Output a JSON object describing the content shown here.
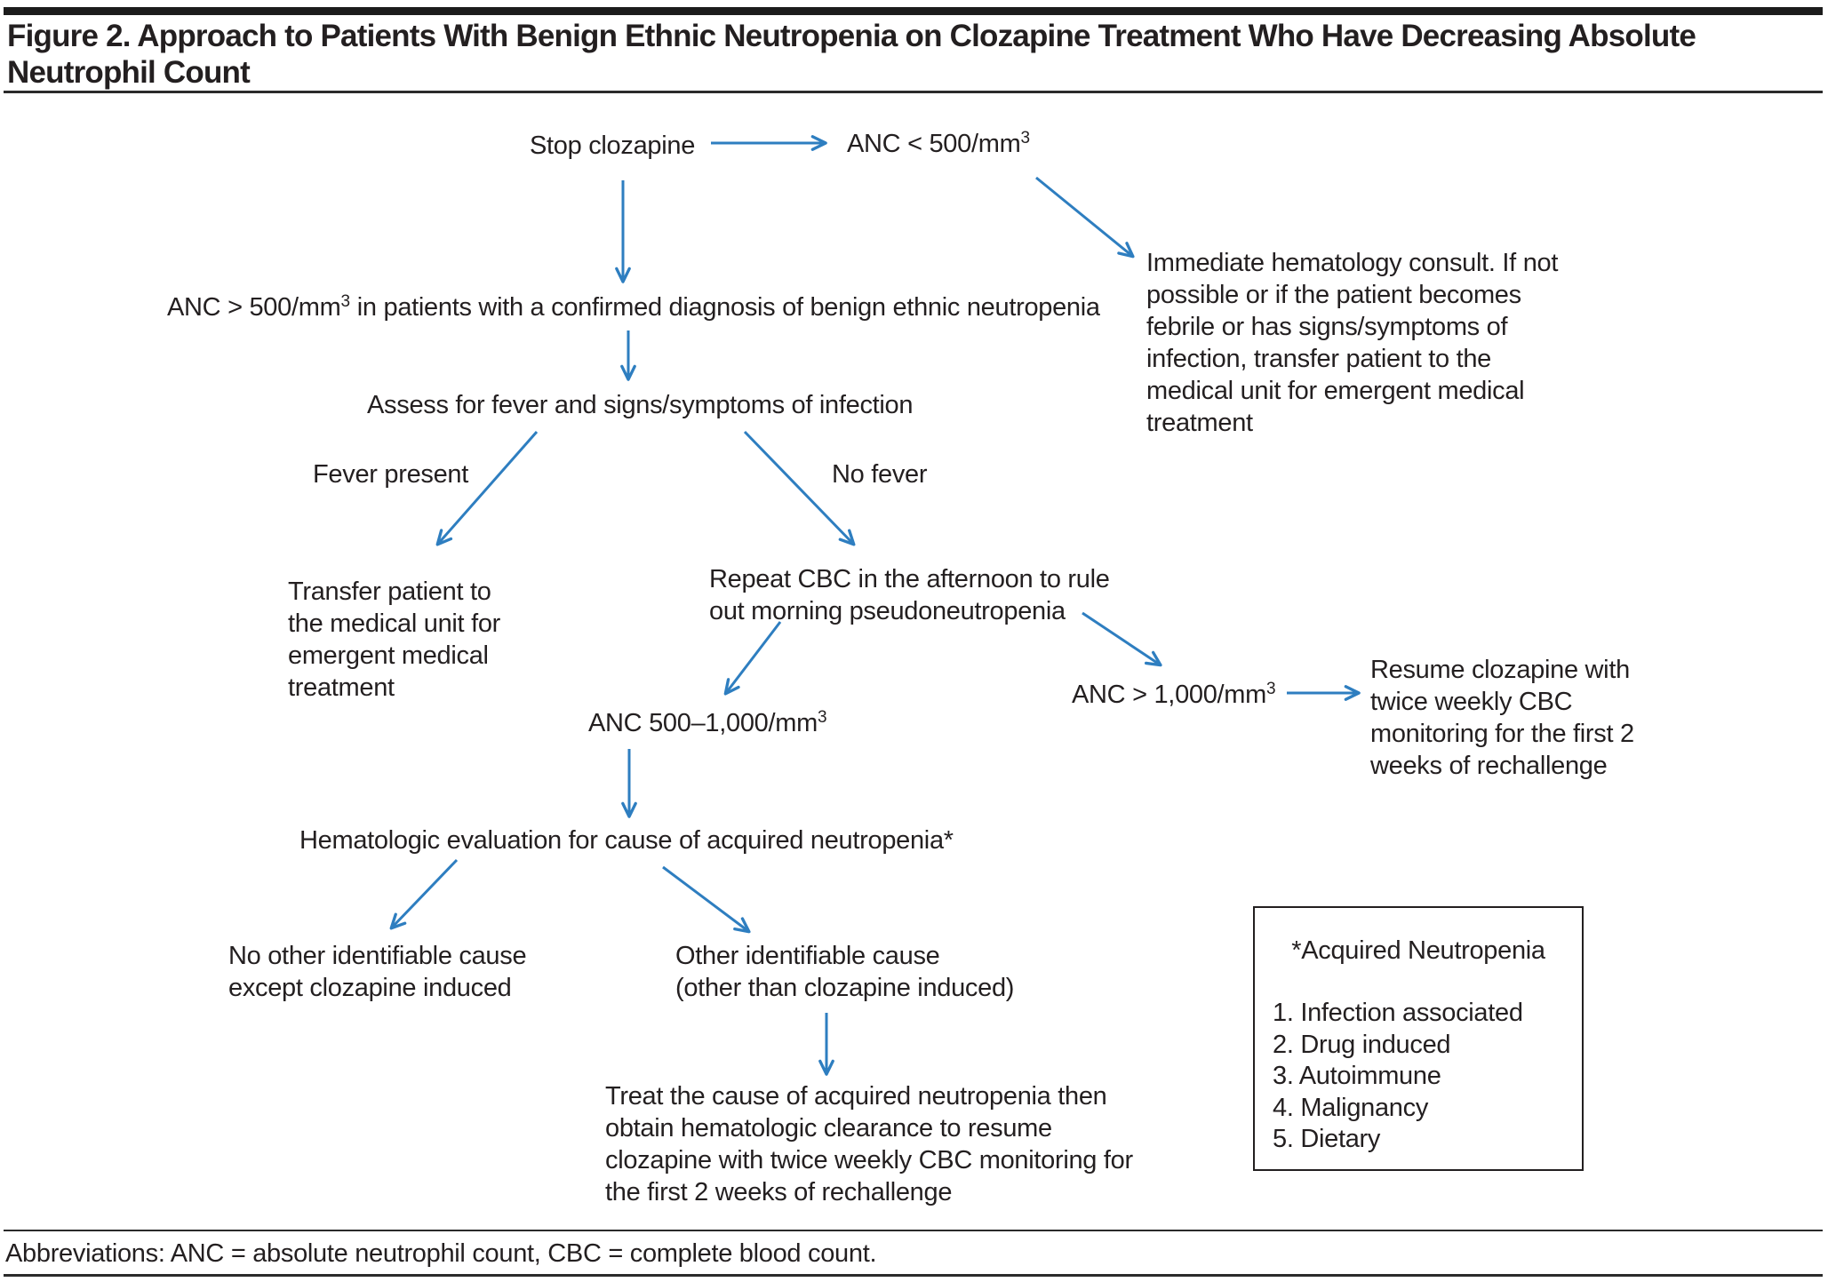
{
  "title": "Figure 2. Approach to Patients With Benign Ethnic Neutropenia on Clozapine Treatment Who Have Decreasing Absolute\nNeutrophil Count",
  "abbreviations": "Abbreviations: ANC = absolute neutrophil count, CBC = complete blood count.",
  "colors": {
    "arrow_blue": "#2E7EC0",
    "text_dark": "#231F20"
  },
  "nodes": {
    "stop_clozapine": "Stop clozapine",
    "anc_lt_500": {
      "base": "ANC < 500/mm",
      "sup": "3"
    },
    "immediate_consult": "Immediate hematology consult. If not\npossible or if the patient becomes\nfebrile or has signs/symptoms of\ninfection, transfer patient to the\nmedical unit for emergent medical\ntreatment",
    "anc_gt_500": {
      "base": "ANC > 500/mm",
      "sup": "3",
      "rest": " in patients with a confirmed diagnosis of benign ethnic neutropenia"
    },
    "assess": "Assess for fever and signs/symptoms of infection",
    "fever_present": "Fever present",
    "no_fever": "No fever",
    "transfer_patient": "Transfer patient to\nthe medical unit for\nemergent medical\ntreatment",
    "repeat_cbc": "Repeat CBC in the afternoon to rule\nout morning pseudoneutropenia",
    "anc_500_1000": {
      "base": "ANC 500–1,000/mm",
      "sup": "3"
    },
    "anc_gt_1000": {
      "base": "ANC > 1,000/mm",
      "sup": "3"
    },
    "resume_clozapine": "Resume clozapine with\ntwice weekly CBC\nmonitoring for the first 2\nweeks of rechallenge",
    "hematologic_eval": "Hematologic evaluation for cause of acquired neutropenia*",
    "no_other_cause": "No other identifiable cause\nexcept clozapine induced",
    "other_cause": "Other identifiable cause\n(other than clozapine induced)",
    "treat_cause": "Treat the cause of acquired neutropenia then\nobtain hematologic clearance to resume\nclozapine with twice weekly CBC monitoring for\nthe first 2 weeks of rechallenge"
  },
  "sidebox": {
    "heading": "*Acquired Neutropenia",
    "items": [
      "1. Infection associated",
      "2. Drug induced",
      "3. Autoimmune",
      "4. Malignancy",
      "5. Dietary"
    ]
  }
}
